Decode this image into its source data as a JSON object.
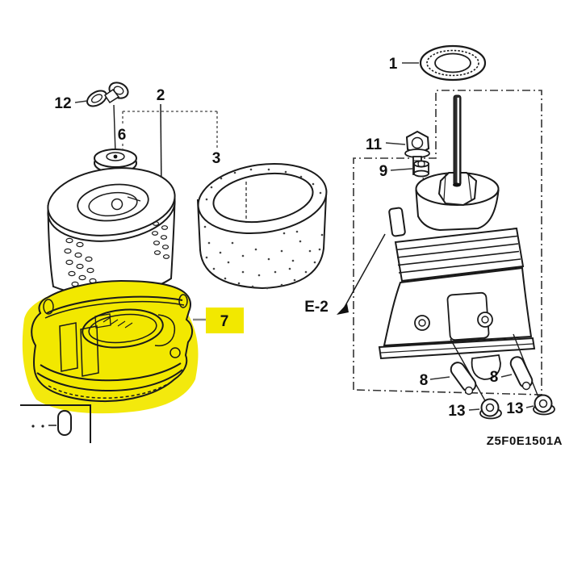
{
  "diagram": {
    "code": "Z5F0E1501A",
    "section_ref": "E-2",
    "highlight": {
      "color": "#f2e800",
      "part": "7"
    },
    "callouts": {
      "c1": "1",
      "c2": "2",
      "c3": "3",
      "c6": "6",
      "c7": "7",
      "c8a": "8",
      "c8b": "8",
      "c9": "9",
      "c11": "11",
      "c12": "12",
      "c13a": "13",
      "c13b": "13"
    }
  }
}
